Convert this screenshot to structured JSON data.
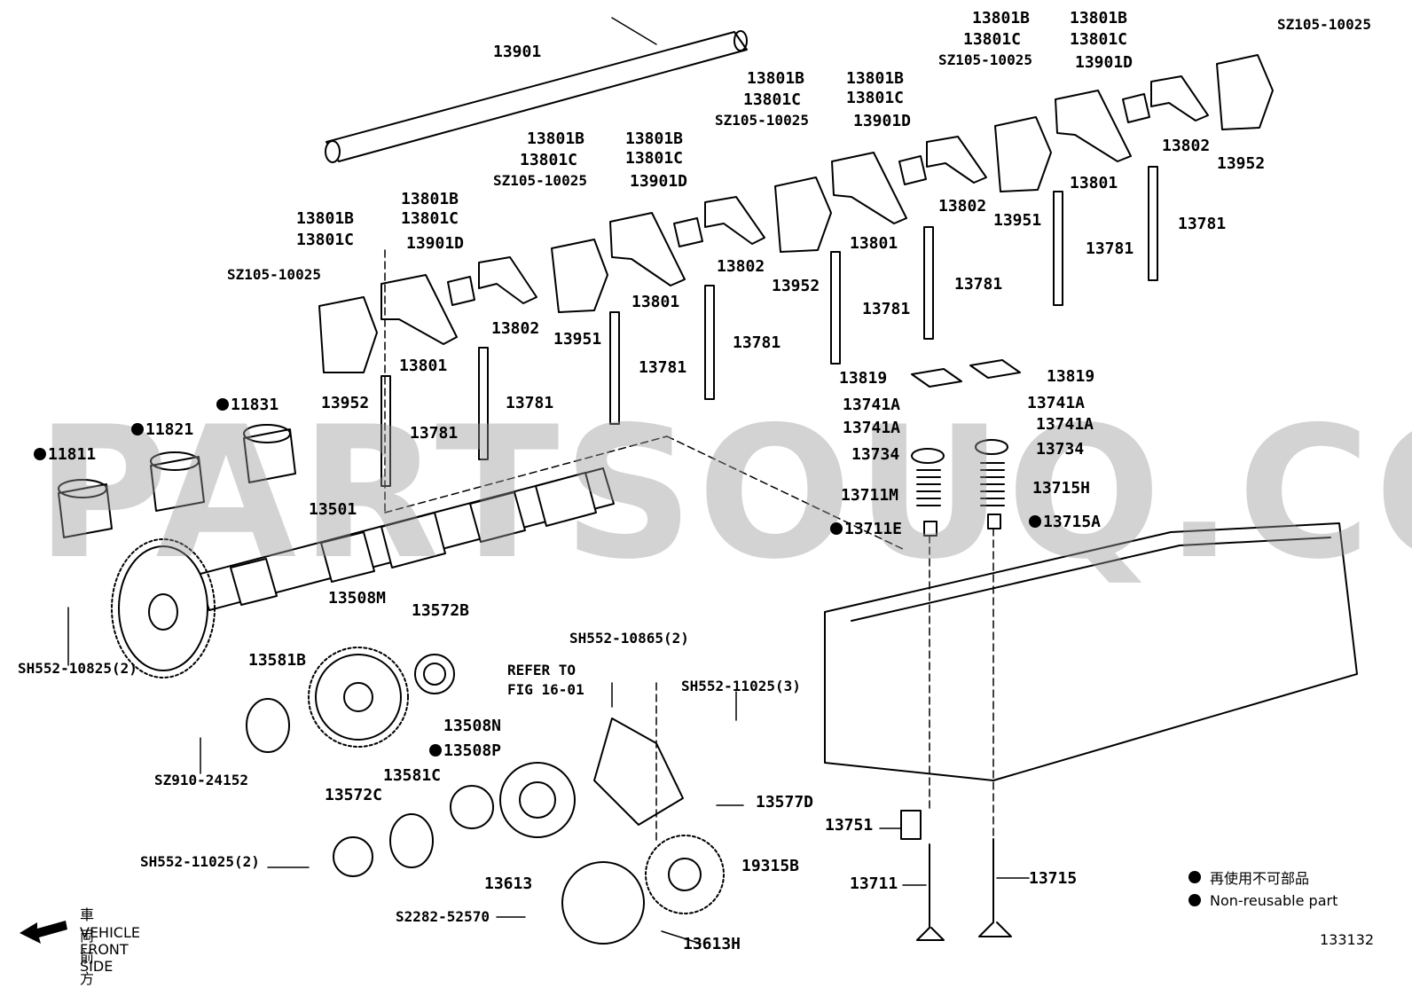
{
  "watermark": "PARTSOUQ.COM",
  "figure_number": "133132",
  "legend": {
    "ja": "再使用不可部品",
    "en": "Non-reusable part"
  },
  "front_note": {
    "ja": "車両前方",
    "en": "VEHICLE FRONT SIDE"
  },
  "labels": [
    {
      "id": "p13901",
      "text": "13901"
    },
    {
      "id": "p13801b_1",
      "text": "13801B"
    },
    {
      "id": "p13801c_1",
      "text": "13801C"
    },
    {
      "id": "p13801b_2",
      "text": "13801B"
    },
    {
      "id": "p13801c_2",
      "text": "13801C"
    },
    {
      "id": "p13801b_3",
      "text": "13801B"
    },
    {
      "id": "p13801c_3",
      "text": "13801C"
    },
    {
      "id": "p13801b_4",
      "text": "13801B"
    },
    {
      "id": "p13801c_4",
      "text": "13801C"
    },
    {
      "id": "p13801b_5",
      "text": "13801B"
    },
    {
      "id": "p13801c_5",
      "text": "13801C"
    },
    {
      "id": "p13801b_6",
      "text": "13801B"
    },
    {
      "id": "p13801c_6",
      "text": "13801C"
    },
    {
      "id": "p13801b_7",
      "text": "13801B"
    },
    {
      "id": "p13801c_7",
      "text": "13801C"
    },
    {
      "id": "p13801b_8",
      "text": "13801B"
    },
    {
      "id": "p13801c_8",
      "text": "13801C"
    },
    {
      "id": "sz_1",
      "text": "SZ105-10025"
    },
    {
      "id": "sz_2",
      "text": "SZ105-10025"
    },
    {
      "id": "sz_3",
      "text": "SZ105-10025"
    },
    {
      "id": "sz_4",
      "text": "SZ105-10025"
    },
    {
      "id": "sz_5",
      "text": "SZ105-10025"
    },
    {
      "id": "p13901d_1",
      "text": "13901D"
    },
    {
      "id": "p13901d_2",
      "text": "13901D"
    },
    {
      "id": "p13901d_3",
      "text": "13901D"
    },
    {
      "id": "p13901d_4",
      "text": "13901D"
    },
    {
      "id": "p13801_1",
      "text": "13801"
    },
    {
      "id": "p13801_2",
      "text": "13801"
    },
    {
      "id": "p13801_3",
      "text": "13801"
    },
    {
      "id": "p13801_4",
      "text": "13801"
    },
    {
      "id": "p13802_1",
      "text": "13802"
    },
    {
      "id": "p13802_2",
      "text": "13802"
    },
    {
      "id": "p13802_3",
      "text": "13802"
    },
    {
      "id": "p13802_4",
      "text": "13802"
    },
    {
      "id": "p13951_1",
      "text": "13951"
    },
    {
      "id": "p13951_2",
      "text": "13951"
    },
    {
      "id": "p13952_1",
      "text": "13952"
    },
    {
      "id": "p13952_2",
      "text": "13952"
    },
    {
      "id": "p13952_3",
      "text": "13952"
    },
    {
      "id": "p13781_1",
      "text": "13781"
    },
    {
      "id": "p13781_2",
      "text": "13781"
    },
    {
      "id": "p13781_3",
      "text": "13781"
    },
    {
      "id": "p13781_4",
      "text": "13781"
    },
    {
      "id": "p13781_5",
      "text": "13781"
    },
    {
      "id": "p13781_6",
      "text": "13781"
    },
    {
      "id": "p13781_7",
      "text": "13781"
    },
    {
      "id": "p13781_8",
      "text": "13781"
    },
    {
      "id": "p11811",
      "text": "11811",
      "dot": true
    },
    {
      "id": "p11821",
      "text": "11821",
      "dot": true
    },
    {
      "id": "p11831",
      "text": "11831",
      "dot": true
    },
    {
      "id": "p13501",
      "text": "13501"
    },
    {
      "id": "p13819_1",
      "text": "13819"
    },
    {
      "id": "p13819_2",
      "text": "13819"
    },
    {
      "id": "p13741a_1",
      "text": "13741A"
    },
    {
      "id": "p13741a_2",
      "text": "13741A"
    },
    {
      "id": "p13741a_3",
      "text": "13741A"
    },
    {
      "id": "p13741a_4",
      "text": "13741A"
    },
    {
      "id": "p13734_1",
      "text": "13734"
    },
    {
      "id": "p13734_2",
      "text": "13734"
    },
    {
      "id": "p13711m",
      "text": "13711M"
    },
    {
      "id": "p13715h",
      "text": "13715H"
    },
    {
      "id": "p13711e",
      "text": "13711E",
      "dot": true
    },
    {
      "id": "p13715a",
      "text": "13715A",
      "dot": true
    },
    {
      "id": "p13508m",
      "text": "13508M"
    },
    {
      "id": "p13572b",
      "text": "13572B"
    },
    {
      "id": "p13581b",
      "text": "13581B"
    },
    {
      "id": "sh552_10825",
      "text": "SH552-10825(2)"
    },
    {
      "id": "sz910",
      "text": "SZ910-24152"
    },
    {
      "id": "sh552_10865",
      "text": "SH552-10865(2)"
    },
    {
      "id": "refer1",
      "text": "REFER TO"
    },
    {
      "id": "refer2",
      "text": "FIG 16-01"
    },
    {
      "id": "sh552_11025_3",
      "text": "SH552-11025(3)"
    },
    {
      "id": "p13508n",
      "text": "13508N"
    },
    {
      "id": "p13508p",
      "text": "13508P",
      "dot": true
    },
    {
      "id": "p13581c",
      "text": "13581C"
    },
    {
      "id": "p13572c",
      "text": "13572C"
    },
    {
      "id": "p13577d",
      "text": "13577D"
    },
    {
      "id": "sh552_11025_2",
      "text": "SH552-11025(2)"
    },
    {
      "id": "p19315b",
      "text": "19315B"
    },
    {
      "id": "p13613",
      "text": "13613"
    },
    {
      "id": "s2282",
      "text": "S2282-52570"
    },
    {
      "id": "p13613h",
      "text": "13613H"
    },
    {
      "id": "p13751",
      "text": "13751"
    },
    {
      "id": "p13711",
      "text": "13711"
    },
    {
      "id": "p13715",
      "text": "13715"
    }
  ]
}
